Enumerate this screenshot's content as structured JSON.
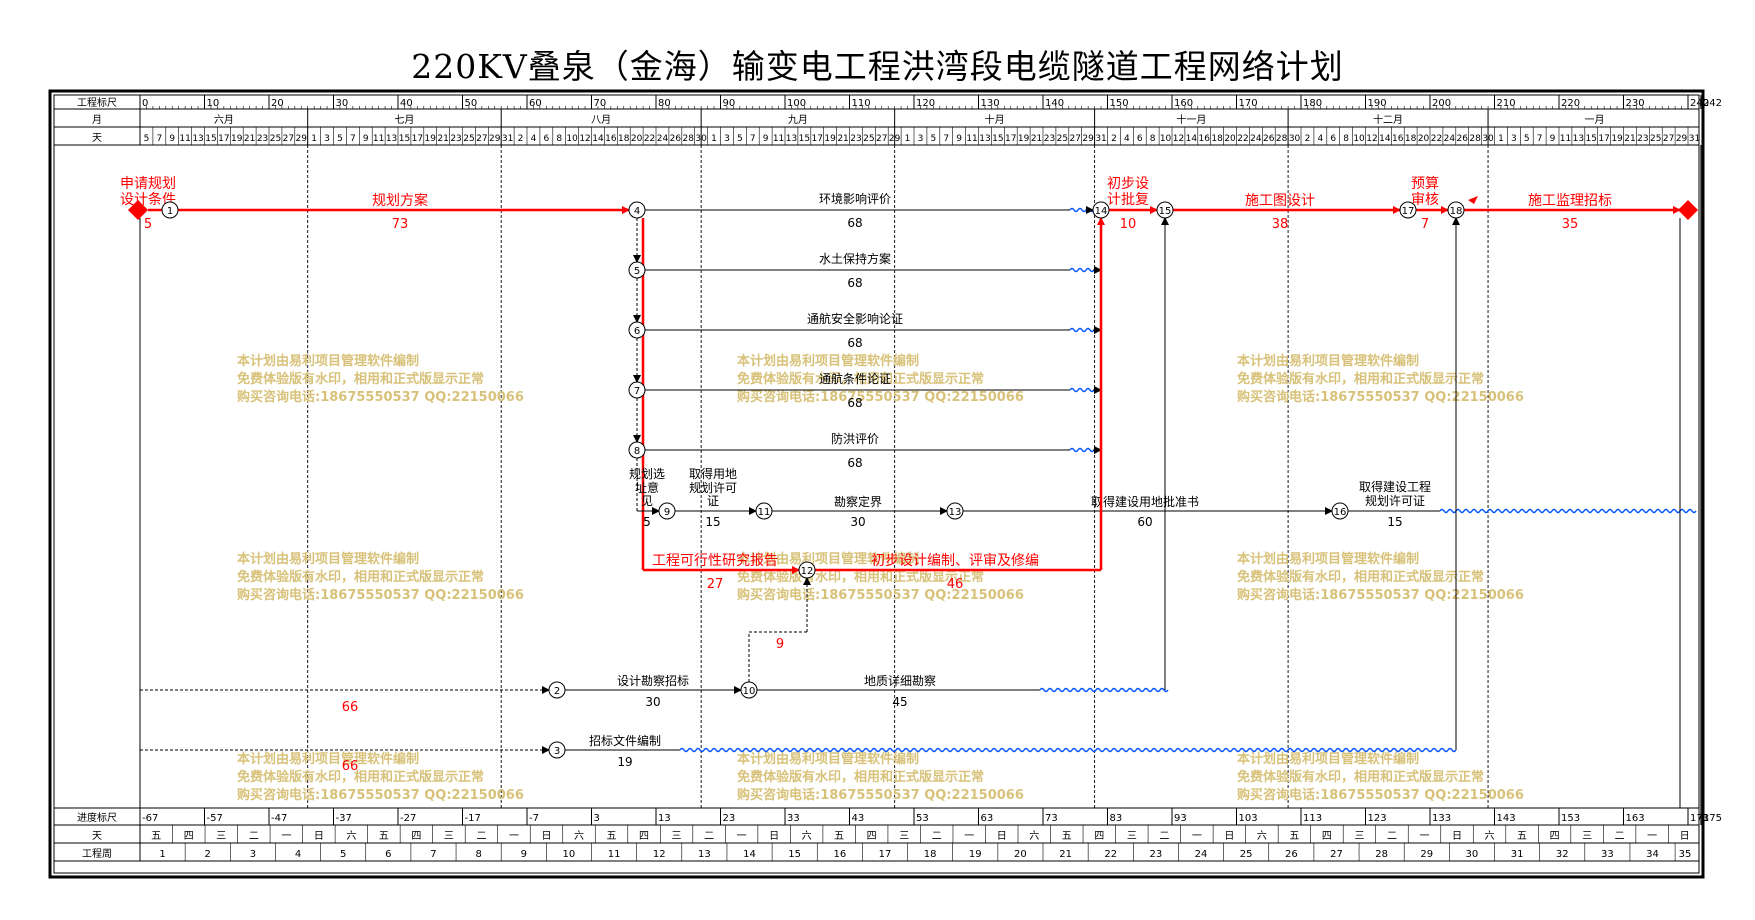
{
  "title": "220KV叠泉（金海）输变电工程洪湾段电缆隧道工程网络计划",
  "header_labels": {
    "scale": "工程标尺",
    "month": "月",
    "day": "天"
  },
  "footer_labels": {
    "progress": "进度标尺",
    "weekday": "天",
    "week": "工程周"
  },
  "scale_ticks": [
    "0",
    "10",
    "20",
    "30",
    "40",
    "50",
    "60",
    "70",
    "80",
    "90",
    "100",
    "110",
    "120",
    "130",
    "140",
    "150",
    "160",
    "170",
    "180",
    "190",
    "200",
    "210",
    "220",
    "230",
    "240",
    "242"
  ],
  "months": [
    "六月",
    "七月",
    "八月",
    "九月",
    "十月",
    "十一月",
    "十二月",
    "一月"
  ],
  "day_labels": [
    "5",
    "7",
    "9",
    "11",
    "13",
    "15",
    "17",
    "19",
    "21",
    "23",
    "25",
    "27",
    "29",
    "1",
    "3",
    "5",
    "7",
    "9",
    "11",
    "13",
    "15",
    "17",
    "19",
    "21",
    "23",
    "25",
    "27",
    "29",
    "31",
    "2",
    "4",
    "6",
    "8",
    "10",
    "12",
    "14",
    "16",
    "18",
    "20",
    "22",
    "24",
    "26",
    "28",
    "30",
    "1",
    "3",
    "5",
    "7",
    "9",
    "11",
    "13",
    "15",
    "17",
    "19",
    "21",
    "23",
    "25",
    "27",
    "29",
    "1",
    "3",
    "5",
    "7",
    "9",
    "11",
    "13",
    "15",
    "17",
    "19",
    "21",
    "23",
    "25",
    "27",
    "29",
    "31",
    "2",
    "4",
    "6",
    "8",
    "10",
    "12",
    "14",
    "16",
    "18",
    "20",
    "22",
    "24",
    "26",
    "28",
    "30",
    "2",
    "4",
    "6",
    "8",
    "10",
    "12",
    "14",
    "16",
    "18",
    "20",
    "22",
    "24",
    "26",
    "28",
    "30",
    "1",
    "3",
    "5",
    "7",
    "9",
    "11",
    "13",
    "15",
    "17",
    "19",
    "21",
    "23",
    "25",
    "27",
    "29",
    "31"
  ],
  "progress_ticks": [
    "-67",
    "-57",
    "-47",
    "-37",
    "-27",
    "-17",
    "-7",
    "3",
    "13",
    "23",
    "33",
    "43",
    "53",
    "63",
    "73",
    "83",
    "93",
    "103",
    "113",
    "123",
    "133",
    "143",
    "153",
    "163",
    "173",
    "175"
  ],
  "weekdays": [
    "五",
    "四",
    "三",
    "二",
    "一",
    "日",
    "六",
    "五",
    "四",
    "三",
    "二",
    "一",
    "日",
    "六",
    "五",
    "四",
    "三",
    "二",
    "一",
    "日",
    "六",
    "五",
    "四",
    "三",
    "二",
    "一",
    "日",
    "六",
    "五",
    "四",
    "三",
    "二",
    "一",
    "日",
    "六",
    "五",
    "四",
    "三",
    "二",
    "一",
    "日",
    "六",
    "五",
    "四",
    "三",
    "二",
    "一",
    "日"
  ],
  "weeks": [
    "1",
    "2",
    "3",
    "4",
    "5",
    "6",
    "7",
    "8",
    "9",
    "10",
    "11",
    "12",
    "13",
    "14",
    "15",
    "16",
    "17",
    "18",
    "19",
    "20",
    "21",
    "22",
    "23",
    "24",
    "25",
    "26",
    "27",
    "28",
    "29",
    "30",
    "31",
    "32",
    "33",
    "34",
    "35"
  ],
  "watermark": [
    "本计划由易利项目管理软件编制",
    "免费体验版有水印，相用和正式版显示正常",
    "购买咨询电话:18675550537 QQ:22150066"
  ],
  "nodes": [
    "1",
    "2",
    "3",
    "4",
    "5",
    "6",
    "7",
    "8",
    "9",
    "10",
    "11",
    "12",
    "13",
    "14",
    "15",
    "16",
    "17",
    "18"
  ],
  "activities": {
    "start": {
      "name": "申请规划设计条件",
      "duration": "5"
    },
    "planning": {
      "name": "规划方案",
      "duration": "73"
    },
    "env": {
      "name": "环境影响评价",
      "duration": "68"
    },
    "soil": {
      "name": "水土保持方案",
      "duration": "68"
    },
    "nav_safety": {
      "name": "通航安全影响论证",
      "duration": "68"
    },
    "nav_cond": {
      "name": "通航条件论证",
      "duration": "68"
    },
    "flood": {
      "name": "防洪评价",
      "duration": "68"
    },
    "site": {
      "name": "规划选址意见",
      "duration": "5"
    },
    "land_permit": {
      "name": "取得用地规划许可证",
      "duration": "15"
    },
    "survey_bound": {
      "name": "勘察定界",
      "duration": "30"
    },
    "land_approval": {
      "name": "取得建设用地批准书",
      "duration": "60"
    },
    "build_permit": {
      "name": "取得建设工程规划许可证",
      "duration": "15"
    },
    "feasibility": {
      "name": "工程可行性研究报告",
      "duration": "27"
    },
    "prelim_design": {
      "name": "初步设计编制、评审及修编",
      "duration": "46"
    },
    "prelim_approval": {
      "name": "初步设计批复",
      "duration": "10"
    },
    "construction_design": {
      "name": "施工图设计",
      "duration": "38"
    },
    "budget": {
      "name": "预算审核",
      "duration": "7"
    },
    "supervision": {
      "name": "施工监理招标",
      "duration": "35"
    },
    "dummy_9": {
      "name": "",
      "duration": "9"
    },
    "lead_2": {
      "name": "",
      "duration": "66"
    },
    "lead_3": {
      "name": "",
      "duration": "66"
    },
    "survey_tender": {
      "name": "设计勘察招标",
      "duration": "30"
    },
    "geo_survey": {
      "name": "地质详细勘察",
      "duration": "45"
    },
    "tender_docs": {
      "name": "招标文件编制",
      "duration": "19"
    }
  },
  "colors": {
    "critical": "#ff0000",
    "normal": "#000000",
    "float": "#0055ff",
    "watermark": "#d8c27a"
  }
}
